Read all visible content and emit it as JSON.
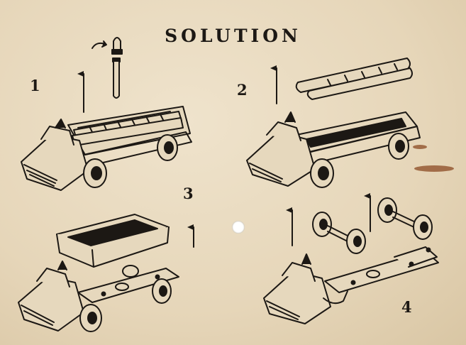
{
  "title": "SOLUTION",
  "steps": [
    "1",
    "2",
    "3",
    "4"
  ],
  "colors": {
    "paper": "#e8dcc4",
    "ink": "#1c1814",
    "stain": "#8b4a23",
    "hole": "#ffffff"
  }
}
